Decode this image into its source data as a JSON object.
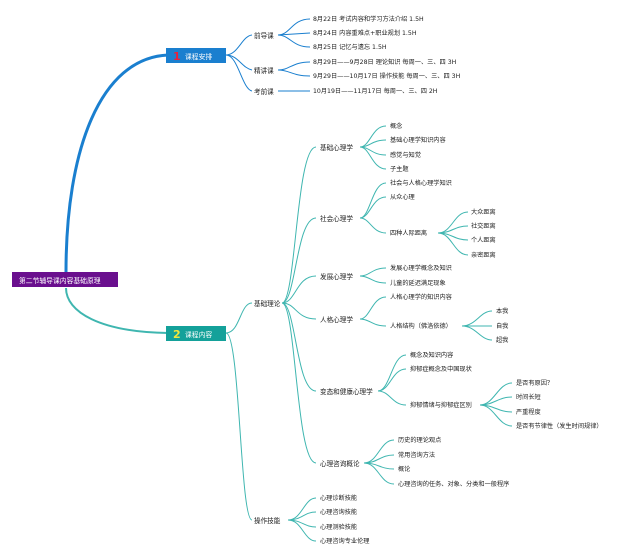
{
  "root": "第二节辅导课内容基础原理",
  "course_schedule": {
    "number": "1",
    "label": "课程安排",
    "preview": {
      "label": "前导课",
      "items": [
        "8月22日 考试内容和学习方法介绍 1.5H",
        "8月24日 内容重难点+职业规划 1.5H",
        "8月25日 记忆与遗忘 1.5H"
      ]
    },
    "intensive": {
      "label": "精讲课",
      "items": [
        "8月29日——9月28日 理论知识 每周一、三、四 3H",
        "9月29日——10月17日 操作技能 每周一、三、四 3H"
      ]
    },
    "exam_prep": {
      "label": "考前课",
      "items": [
        "10月19日——11月17日 每周一、三、四 2H"
      ]
    }
  },
  "course_content": {
    "number": "2",
    "label": "课程内容",
    "theory": {
      "label": "基础理论",
      "basic_psych": {
        "label": "基础心理学",
        "items": [
          "概念",
          "基础心理学知识内容",
          "感觉与知觉",
          "子主题"
        ]
      },
      "social_psych": {
        "label": "社会心理学",
        "items": [
          "社会与人格心理学知识",
          "从众心理"
        ],
        "distance": {
          "label": "四种人际距离",
          "items": [
            "大众距离",
            "社交距离",
            "个人距离",
            "亲密距离"
          ]
        }
      },
      "dev_psych": {
        "label": "发展心理学",
        "items": [
          "发展心理学概念及知识",
          "儿童的延迟满足现象"
        ]
      },
      "personality": {
        "label": "人格心理学",
        "items": [
          "人格心理学的知识内容"
        ],
        "structure": {
          "label": "人格结构（佛洛依德）",
          "items": [
            "本我",
            "自我",
            "超我"
          ]
        }
      },
      "abnormal": {
        "label": "变态和健康心理学",
        "items": [
          "概念及知识内容",
          "抑郁症概念及中国现状"
        ],
        "diff": {
          "label": "抑郁情绪与抑郁症区别",
          "items": [
            "是否有原因？",
            "时间长短",
            "严重程度",
            "是否有节律性（发生时间规律）"
          ]
        }
      },
      "counseling": {
        "label": "心理咨询概论",
        "items": [
          "历史的理论观点",
          "常用咨询方法",
          "概论",
          "心理咨询的任务、对象、分类和一般程序"
        ]
      }
    },
    "skills": {
      "label": "操作技能",
      "items": [
        "心理诊断技能",
        "心理咨询技能",
        "心理测验技能",
        "心理咨询专业伦理"
      ]
    }
  },
  "colors": {
    "root_bg": "#6a0f8e",
    "badge1_bg": "#1a7fcf",
    "badge1_num": "#e8203c",
    "badge2_bg": "#14a19a",
    "badge2_num": "#f3e63a",
    "branch1_line": "#1a7fcf",
    "branch2_line": "#3fb6b0"
  }
}
